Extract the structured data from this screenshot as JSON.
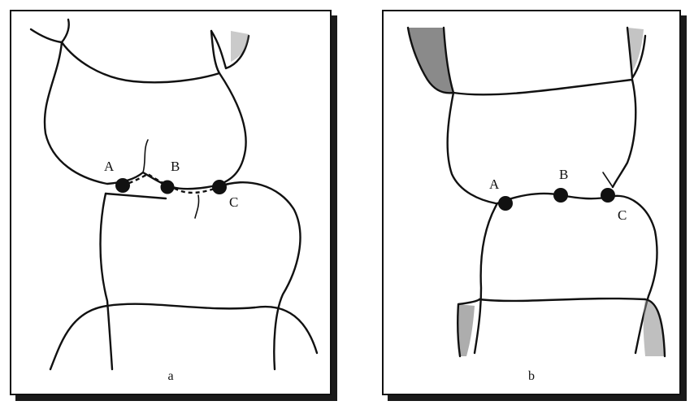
{
  "panels": [
    {
      "caption": "a",
      "contacts": [
        "A",
        "B",
        "C"
      ]
    },
    {
      "caption": "b",
      "contacts": [
        "A",
        "B",
        "C"
      ]
    }
  ]
}
